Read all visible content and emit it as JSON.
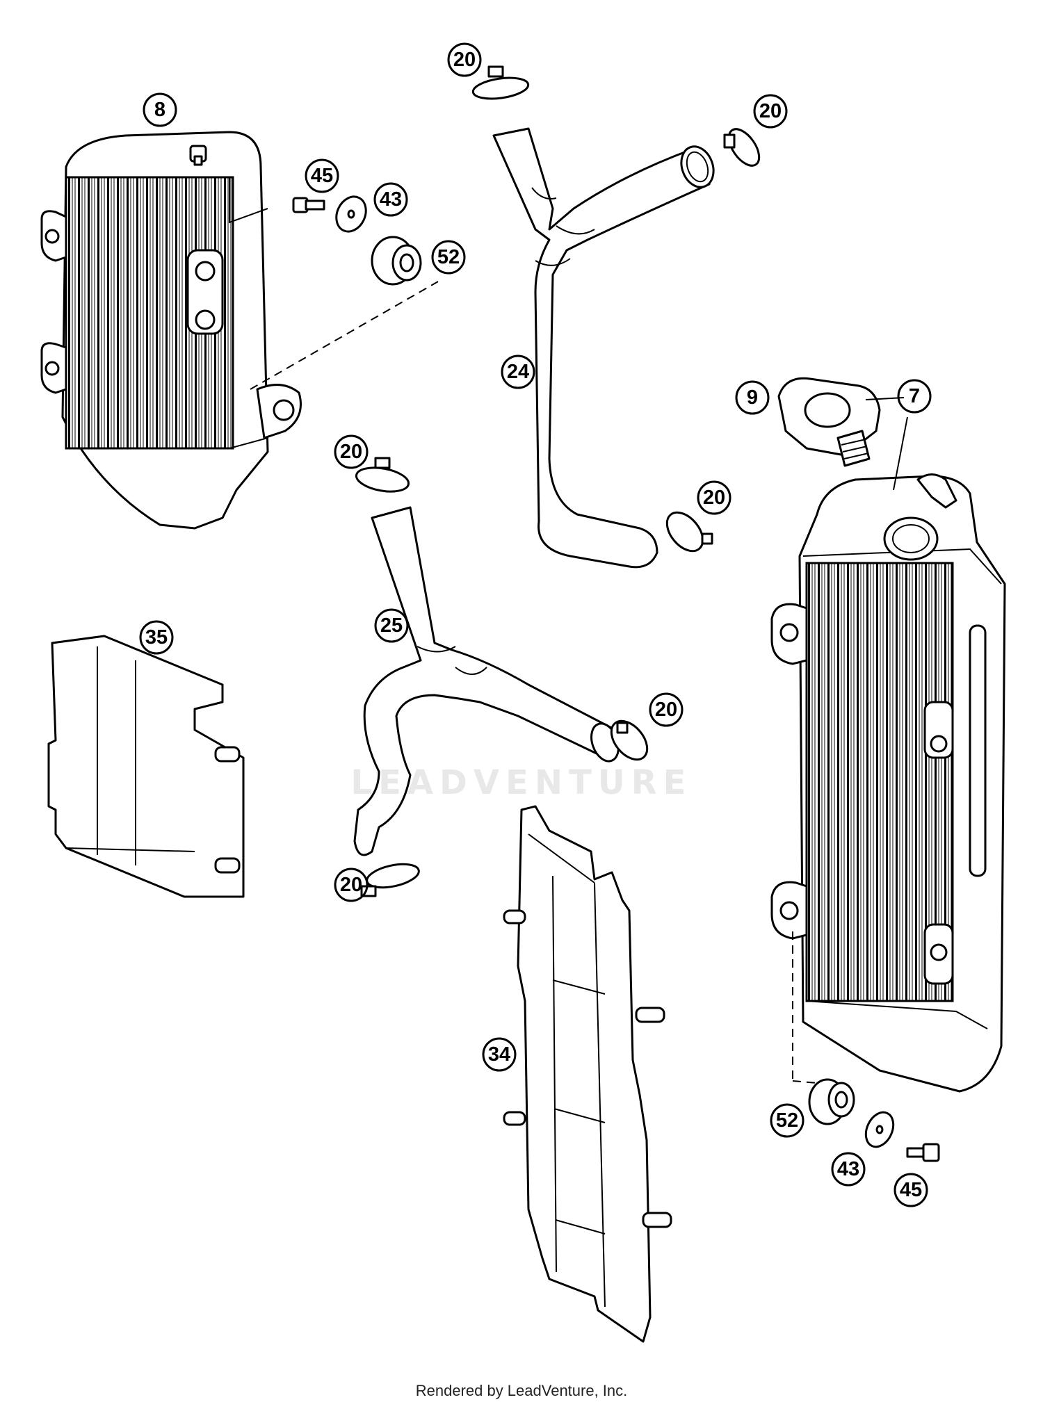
{
  "watermark": "LEADVENTURE",
  "footer": "Rendered by LeadVenture, Inc.",
  "callouts": {
    "c8": "8",
    "c45a": "45",
    "c43a": "43",
    "c52a": "52",
    "c20a": "20",
    "c20b": "20",
    "c20c": "20",
    "c20d": "20",
    "c20e": "20",
    "c20f": "20",
    "c24": "24",
    "c25": "25",
    "c9": "9",
    "c7": "7",
    "c35": "35",
    "c34": "34",
    "c52b": "52",
    "c43b": "43",
    "c45b": "45"
  }
}
